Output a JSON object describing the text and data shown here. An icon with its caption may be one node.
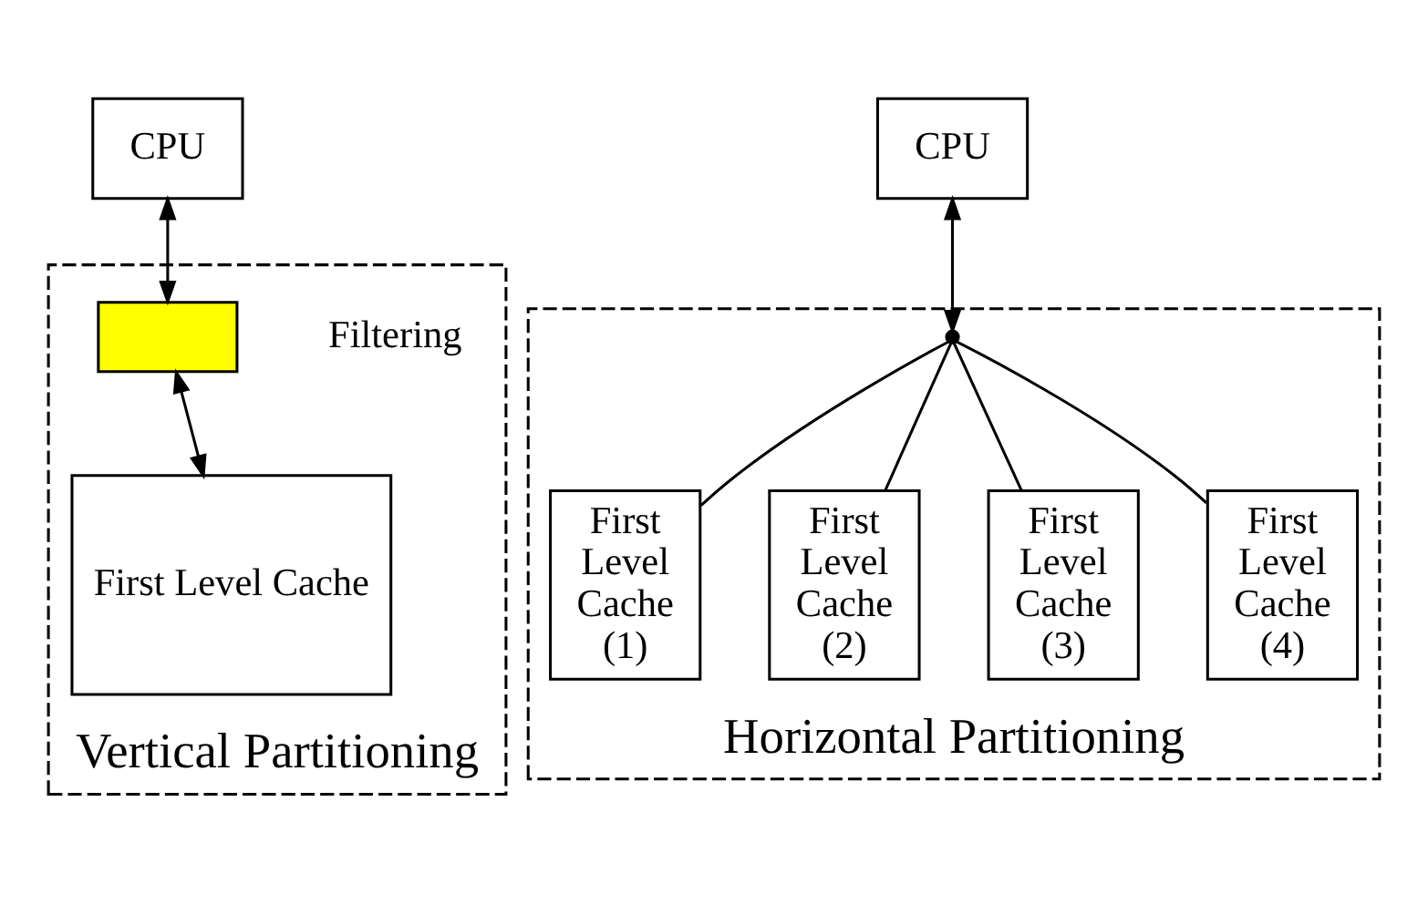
{
  "diagram": {
    "nodes": [
      {
        "text": [
          "CPU"
        ]
      },
      {
        "text": [
          "Vertical Partitioning"
        ]
      },
      {
        "text": [],
        "shape": "box",
        "in": 1,
        "beside": [
          "Filtering"
        ]
      },
      {
        "text": [
          "First Level Cache"
        ],
        "in": 1
      },
      {
        "text": [
          "CPU"
        ]
      },
      {
        "text": [
          "Horizontal Partitioning"
        ]
      },
      {
        "text": [],
        "shape": "point",
        "in": 5
      },
      {
        "text": [
          "First Level Cache (1)"
        ],
        "in": 5
      },
      {
        "text": [
          "First Level Cache (2)"
        ],
        "in": 5
      },
      {
        "text": [
          "First Level Cache (3)"
        ],
        "in": 5
      },
      {
        "text": [
          "First Level Cache (4)"
        ],
        "in": 5
      }
    ],
    "edges": [
      {
        "from": 0,
        "to": 2,
        "arrow": "both"
      },
      {
        "from": 2,
        "to": 3,
        "arrow": "both"
      },
      {
        "from": 4,
        "to": 6,
        "arrow": "both"
      },
      {
        "from": 6,
        "to": 7,
        "arrow": "none"
      },
      {
        "from": 6,
        "to": 8,
        "arrow": "none"
      },
      {
        "from": 6,
        "to": 9,
        "arrow": "none"
      },
      {
        "from": 6,
        "to": 10,
        "arrow": "none"
      }
    ]
  }
}
